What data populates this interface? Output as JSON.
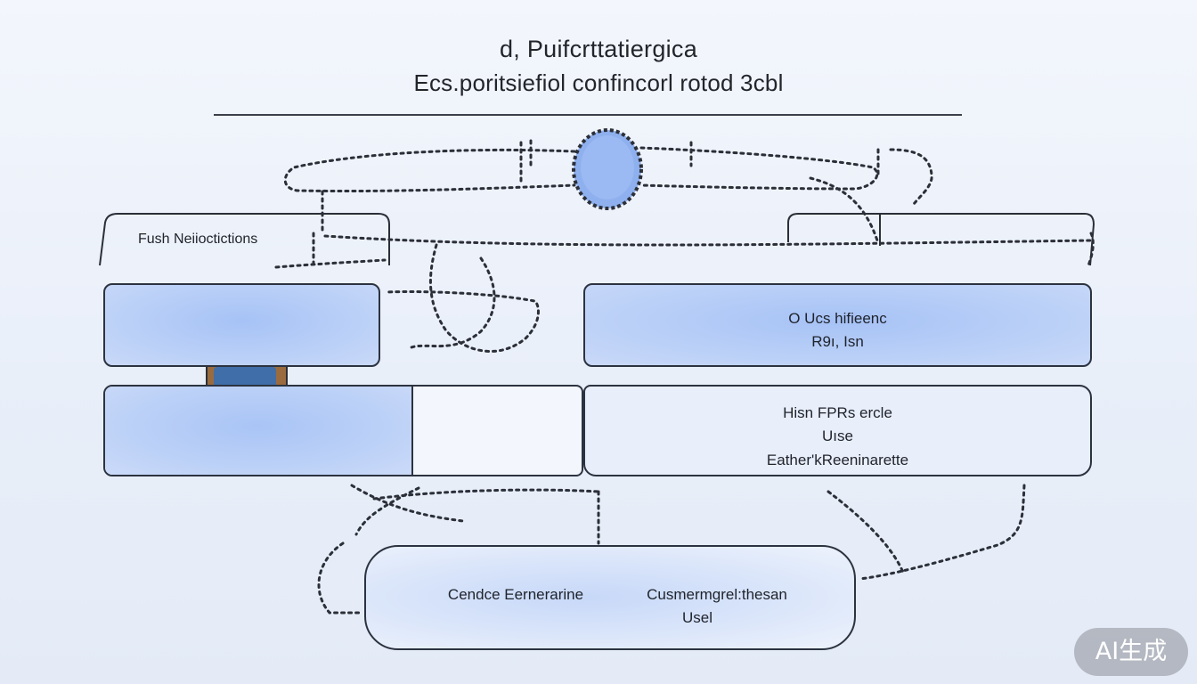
{
  "header": {
    "title_line1": "d, Puifcrttatiergica",
    "title_line2": "Ecs.poritsiefiol  confincorl rotod 3cbl"
  },
  "nodes": {
    "top_left_label": "Fush Neiioctictions",
    "middle_right": {
      "line1": "O Ucs hifieenc",
      "line2": "R9ı,  Isn"
    },
    "lower_right": {
      "line1": "Hisn FPRs ercle",
      "line2": "Uıse",
      "line3": "Eather'kReeninarette"
    },
    "bottom": {
      "left": "Cendce Eernerarine",
      "right_line1": "Cusmermgrel:thesan",
      "right_line2": "Usel"
    }
  },
  "colors": {
    "box_blue": "#b4cbf6",
    "circle_blue": "#8fb0ee",
    "line": "#2b2f38",
    "background": "#eef2fa"
  },
  "icons": {
    "center_node": "circle-node-icon",
    "box_icon": "folder-icon"
  },
  "watermark": "AI生成"
}
